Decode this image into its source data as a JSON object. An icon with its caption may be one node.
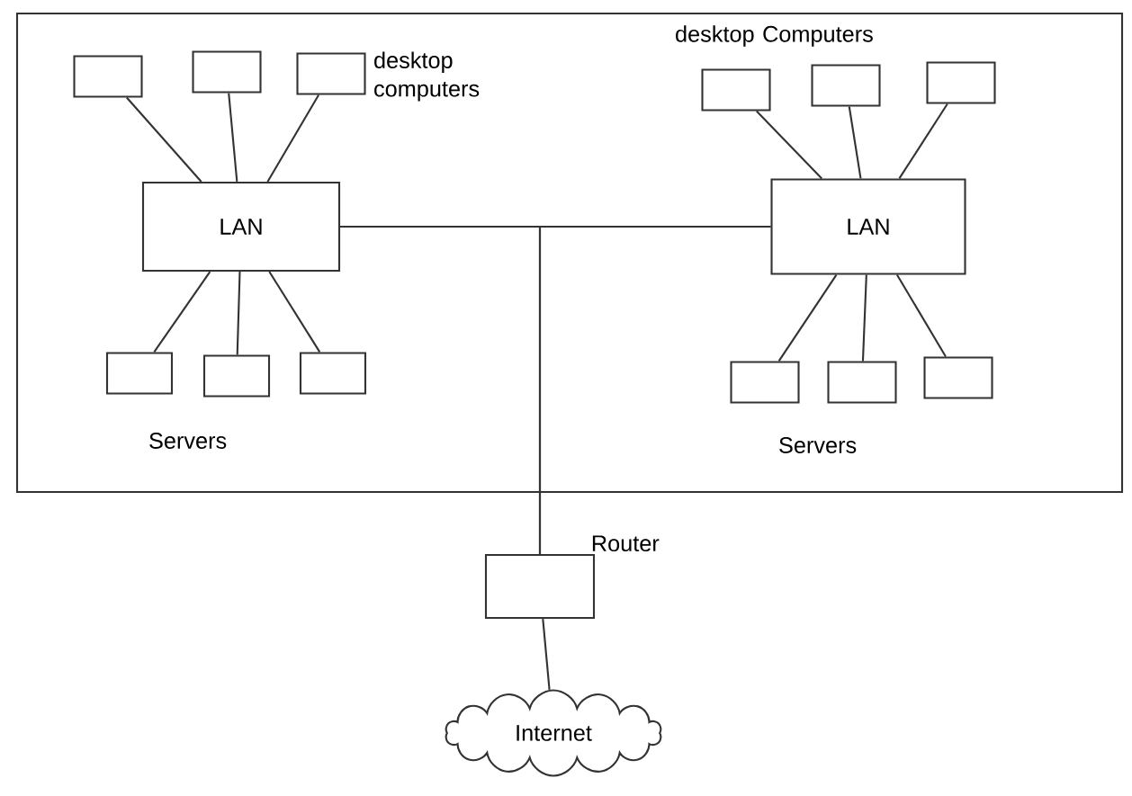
{
  "diagram": {
    "nodes": [
      {
        "text": [],
        "shape": "box"
      },
      {
        "text": [],
        "shape": "box",
        "in": 0
      },
      {
        "text": [],
        "shape": "box",
        "in": 0
      },
      {
        "text": [],
        "shape": "box",
        "in": 0
      },
      {
        "text": [
          "LAN"
        ],
        "in": 0
      },
      {
        "text": [],
        "shape": "box",
        "in": 0
      },
      {
        "text": [],
        "shape": "box",
        "in": 0
      },
      {
        "text": [],
        "shape": "box",
        "in": 0
      },
      {
        "text": [],
        "shape": "box",
        "in": 0
      },
      {
        "text": [],
        "shape": "box",
        "in": 0
      },
      {
        "text": [],
        "shape": "box",
        "in": 0
      },
      {
        "text": [
          "LAN"
        ],
        "in": 0
      },
      {
        "text": [],
        "shape": "box",
        "in": 0
      },
      {
        "text": [],
        "shape": "box",
        "in": 0
      },
      {
        "text": [],
        "shape": "box",
        "in": 0
      },
      {
        "text": [
          "Router"
        ]
      },
      {
        "text": [
          "Internet"
        ]
      }
    ],
    "edges": [
      {
        "from": 1,
        "to": 4,
        "arrow": "none"
      },
      {
        "from": 2,
        "to": 4,
        "arrow": "none"
      },
      {
        "from": 3,
        "to": 4,
        "arrow": "none"
      },
      {
        "from": 4,
        "to": 5,
        "arrow": "none"
      },
      {
        "from": 4,
        "to": 6,
        "arrow": "none"
      },
      {
        "from": 4,
        "to": 7,
        "arrow": "none"
      },
      {
        "from": 8,
        "to": 11,
        "arrow": "none"
      },
      {
        "from": 9,
        "to": 11,
        "arrow": "none"
      },
      {
        "from": 10,
        "to": 11,
        "arrow": "none"
      },
      {
        "from": 11,
        "to": 12,
        "arrow": "none"
      },
      {
        "from": 11,
        "to": 13,
        "arrow": "none"
      },
      {
        "from": 11,
        "to": 14,
        "arrow": "none"
      },
      {
        "from": 4,
        "to": 11,
        "arrow": "none"
      },
      {
        "from": 4,
        "to": 15,
        "arrow": "none"
      },
      {
        "from": 11,
        "to": 15,
        "arrow": "none"
      },
      {
        "from": 15,
        "to": 16,
        "arrow": "none"
      }
    ],
    "labels": [
      "desktop computers",
      "desktop Computers",
      "Servers",
      "Servers"
    ]
  }
}
